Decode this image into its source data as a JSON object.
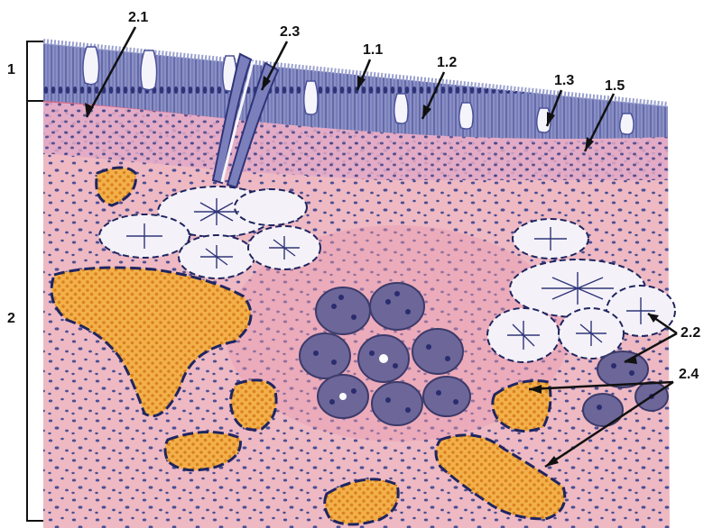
{
  "figure": {
    "labels": {
      "layer_1": "1",
      "layer_2": "2",
      "l_2_1": "2.1",
      "l_2_3": "2.3",
      "l_1_1": "1.1",
      "l_1_2": "1.2",
      "l_1_3": "1.3",
      "l_1_5": "1.5",
      "l_2_2": "2.2",
      "l_2_4": "2.4"
    },
    "colors": {
      "connective_tissue": "#eeb9c3",
      "basement_membrane": "#d96a88",
      "epithelium": "#6f76b0",
      "nuclei": "#3b3f86",
      "glands": "#f4f2f8",
      "serous_acini": "#6c6699",
      "blood_vessels": "#f0a53a",
      "vessel_wall": "#1f2560"
    }
  }
}
